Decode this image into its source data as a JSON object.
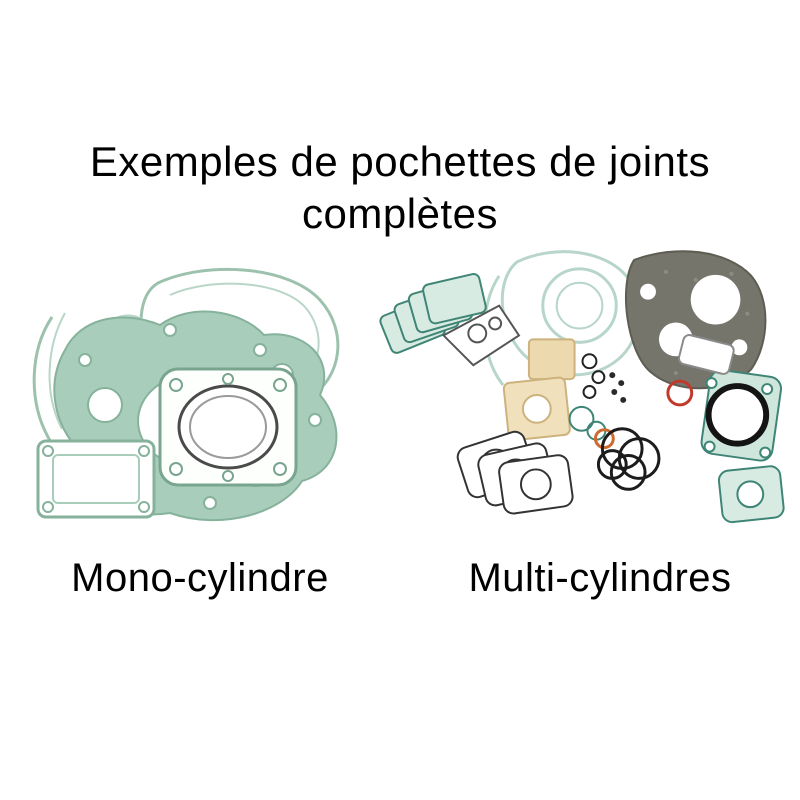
{
  "title": {
    "line1": "Exemples de pochettes de joints",
    "line2": "complètes"
  },
  "labels": {
    "mono": "Mono-cylindre",
    "multi": "Multi-cylindres"
  },
  "illustrations": {
    "mono": "mono-cylinder-complete-gasket-kit-drawing",
    "multi": "multi-cylinder-complete-gasket-kit-drawing"
  },
  "colors": {
    "background": "#ffffff",
    "text": "#000000",
    "gasket_sage_fill": "#a9cdbb",
    "gasket_sage_stroke": "#86b29c",
    "gasket_pale_stroke": "#b7d6c9",
    "gasket_teal_fill": "#d8ebe2",
    "gasket_teal_stroke": "#3f8576",
    "gasket_dark_fill": "#75756c",
    "gasket_beige_fill": "#ecd9ae",
    "gasket_beige_stroke": "#cdb27e",
    "oring_black": "#1c1c1c",
    "ring_red": "#c0392b",
    "ring_copper": "#cd6a2f"
  }
}
